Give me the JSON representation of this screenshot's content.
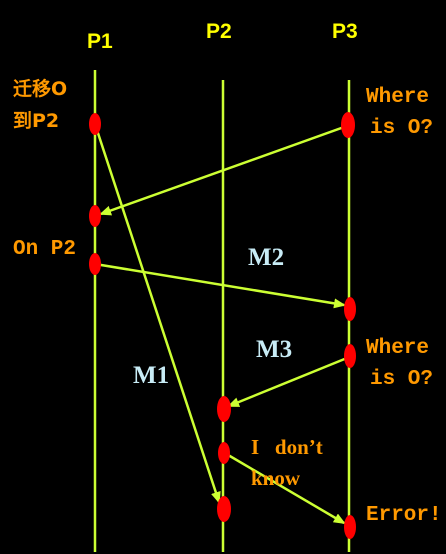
{
  "processes": [
    "P1",
    "P2",
    "P3"
  ],
  "notes": {
    "p1_migrate_line1": "迁移O",
    "p1_migrate_line2": "到P2",
    "p3_query1_line1": "Where",
    "p3_query1_line2": "is O?",
    "p1_on_p2": "On P2",
    "p3_query2_line1": "Where",
    "p3_query2_line2": "is O?",
    "p2_dont_know_line1": "I   don’t",
    "p2_dont_know_line2": "know",
    "p3_error": "Error!"
  },
  "messages": {
    "m1": "M1",
    "m2": "M2",
    "m3": "M3"
  },
  "colors": {
    "background": "#000000",
    "lifeline": "#ccff33",
    "arrow": "#ccff33",
    "event": "#ff0000",
    "process_label": "#ffff00",
    "note_text": "#ff9900",
    "message_label": "#c8ecf6"
  }
}
